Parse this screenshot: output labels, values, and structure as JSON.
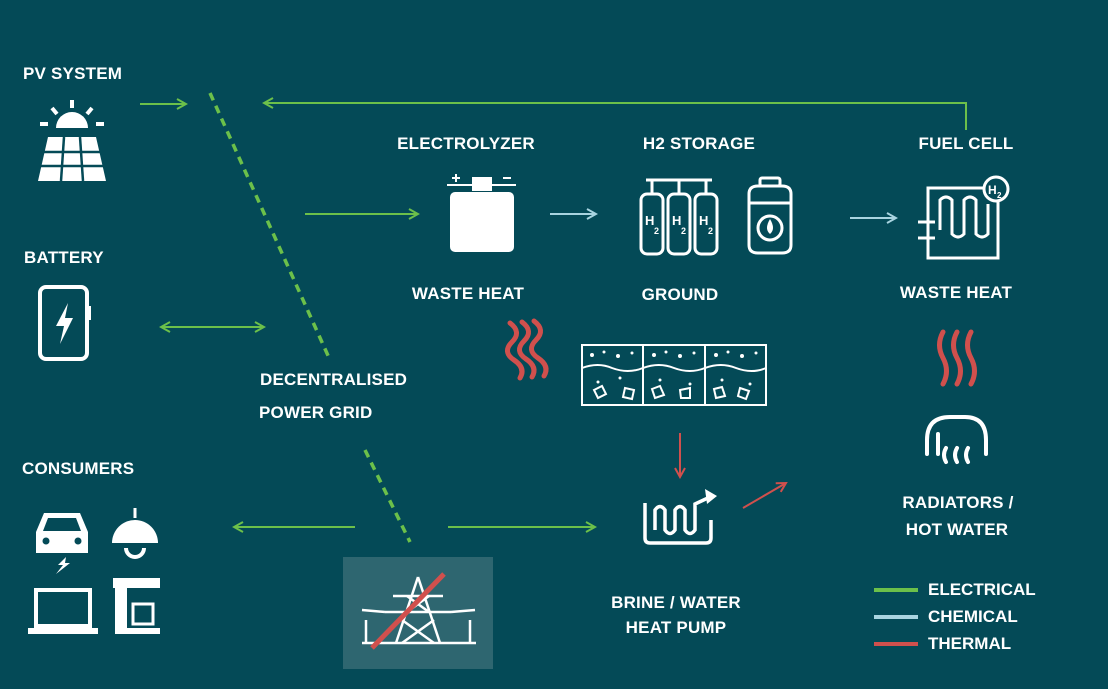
{
  "labels": {
    "pv_system": "PV SYSTEM",
    "battery": "BATTERY",
    "consumers": "CONSUMERS",
    "electrolyzer": "ELECTROLYZER",
    "h2_storage": "H2 STORAGE",
    "fuel_cell": "FUEL CELL",
    "waste_heat_left": "WASTE HEAT",
    "ground": "GROUND",
    "waste_heat_right": "WASTE HEAT",
    "grid_line1": "DECENTRALISED",
    "grid_line2": "POWER GRID",
    "radiators_line1": "RADIATORS /",
    "radiators_line2": "HOT WATER",
    "heatpump_line1": "BRINE / WATER",
    "heatpump_line2": "HEAT PUMP"
  },
  "legend": [
    {
      "label": "ELECTRICAL",
      "color": "#6cc04a"
    },
    {
      "label": "CHEMICAL",
      "color": "#a9d4e0"
    },
    {
      "label": "THERMAL",
      "color": "#d0504d"
    }
  ],
  "colors": {
    "background": "#044a57",
    "electrical": "#6cc04a",
    "chemical": "#a9d4e0",
    "thermal": "#d0504d",
    "icon": "#ffffff"
  },
  "icons": {
    "pv": "solar-panel-icon",
    "battery": "battery-icon",
    "electrolyzer": "electrolyzer-icon",
    "h2_storage": "hydrogen-cylinders-icon",
    "fuel_cell": "fuel-cell-icon",
    "ground": "ground-layer-icon",
    "heat_pump": "heat-pump-icon",
    "radiator": "radiator-icon",
    "grid_crossed": "power-pylon-crossed-icon"
  }
}
